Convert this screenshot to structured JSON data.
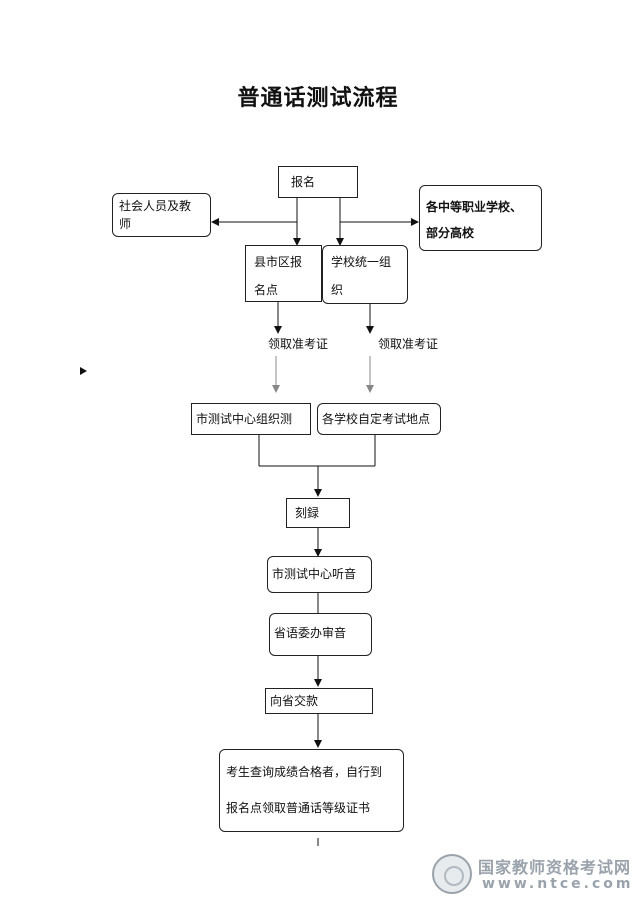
{
  "title": "普通话测试流程",
  "boxes": {
    "signup": "报名",
    "social": [
      "社会人员及教",
      "师"
    ],
    "vocational": [
      "各中等职业学校、",
      "部分高校"
    ],
    "county": [
      "县市区报",
      "名点"
    ],
    "school_org": [
      "学校统一组",
      "织"
    ],
    "city_org": "市测试中心组织测",
    "school_site": "各学校自定考试地点",
    "record": "刻録",
    "city_listen": "市测试中心听音",
    "prov_review": "省语委办审音",
    "submit": "向省交款",
    "final": [
      "考生查询成绩合格者，自行到",
      "报名点领取普通话等级证书"
    ]
  },
  "labels": {
    "left_ticket": "领取准考证",
    "right_ticket": "领取准考证"
  },
  "watermark": {
    "name": "国家教师资格考试网",
    "url": "www.ntce.com"
  }
}
